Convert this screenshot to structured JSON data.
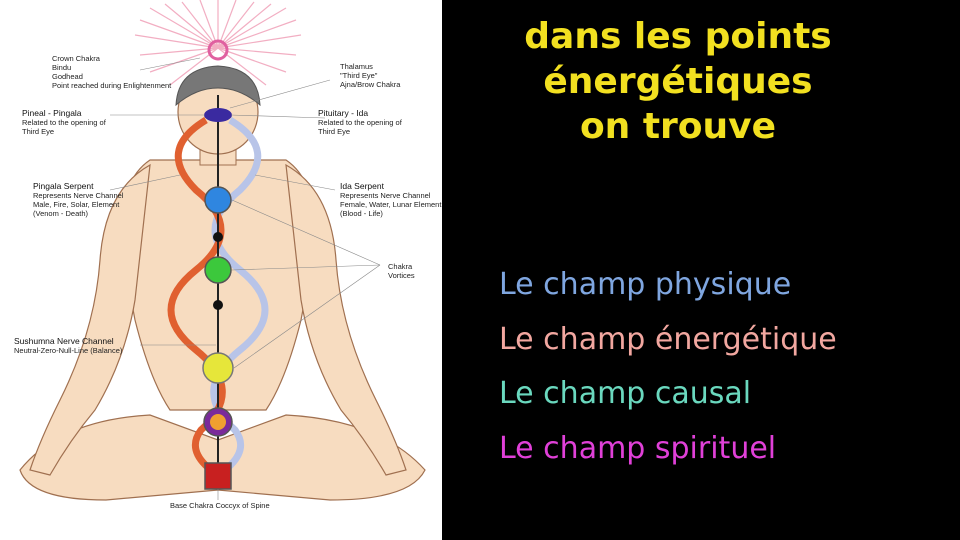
{
  "figure": {
    "labels": {
      "crown": [
        "Crown Chakra",
        "Bindu",
        "Godhead",
        "Point reached during Enlightenment"
      ],
      "thalamus": [
        "Thalamus",
        "\"Third Eye\"",
        "Ajna/Brow Chakra"
      ],
      "pineal": [
        "Pineal - Pingala",
        "Related to the opening of",
        "Third Eye"
      ],
      "pituitary": [
        "Pituitary - Ida",
        "Related to the opening of",
        "Third Eye"
      ],
      "pingala": [
        "Pingala Serpent",
        "Represents Nerve Channel",
        "Male, Fire, Solar, Element",
        "(Venom - Death)"
      ],
      "ida": [
        "Ida Serpent",
        "Represents Nerve Channel",
        "Female, Water, Lunar Element",
        "(Blood - Life)"
      ],
      "vortices": [
        "Chakra",
        "Vortices"
      ],
      "sushumna": [
        "Sushumna Nerve Channel",
        "Neutral-Zero-Null-Line (Balance)"
      ],
      "base": [
        "Base Chakra Coccyx of Spine"
      ]
    }
  },
  "title_lines": [
    "dans les points",
    "énergétiques",
    "on trouve"
  ],
  "fields": [
    "Le champ physique",
    "Le champ énergétique",
    "Le champ causal",
    "Le champ spirituel"
  ]
}
